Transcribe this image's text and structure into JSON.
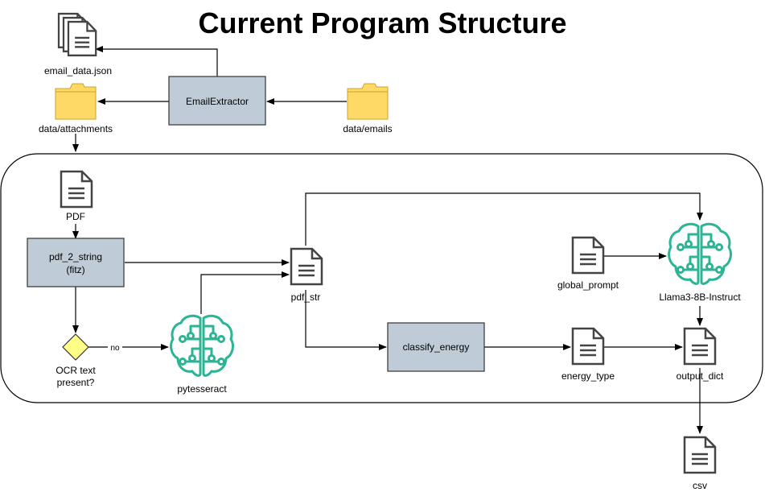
{
  "title": "Current Program Structure",
  "colors": {
    "process_fill": "#bfcbd6",
    "folder_fill": "#ffd966",
    "diamond_fill": "#ffff88",
    "icon_green": "#2bb594"
  },
  "nodes": {
    "email_data": "email_data.json",
    "attachments": "data/attachments",
    "extractor": "EmailExtractor",
    "emails": "data/emails",
    "pdf": "PDF",
    "pdf2string_l1": "pdf_2_string",
    "pdf2string_l2": "(fitz)",
    "ocr_l1": "OCR text",
    "ocr_l2": "present?",
    "no": "no",
    "pytesseract": "pytesseract",
    "pdf_str": "pdf_str",
    "classify": "classify_energy",
    "energy_type": "energy_type",
    "global_prompt": "global_prompt",
    "llama": "Llama3-8B-Instruct",
    "output_dict": "output_dict",
    "csv": "csv"
  }
}
